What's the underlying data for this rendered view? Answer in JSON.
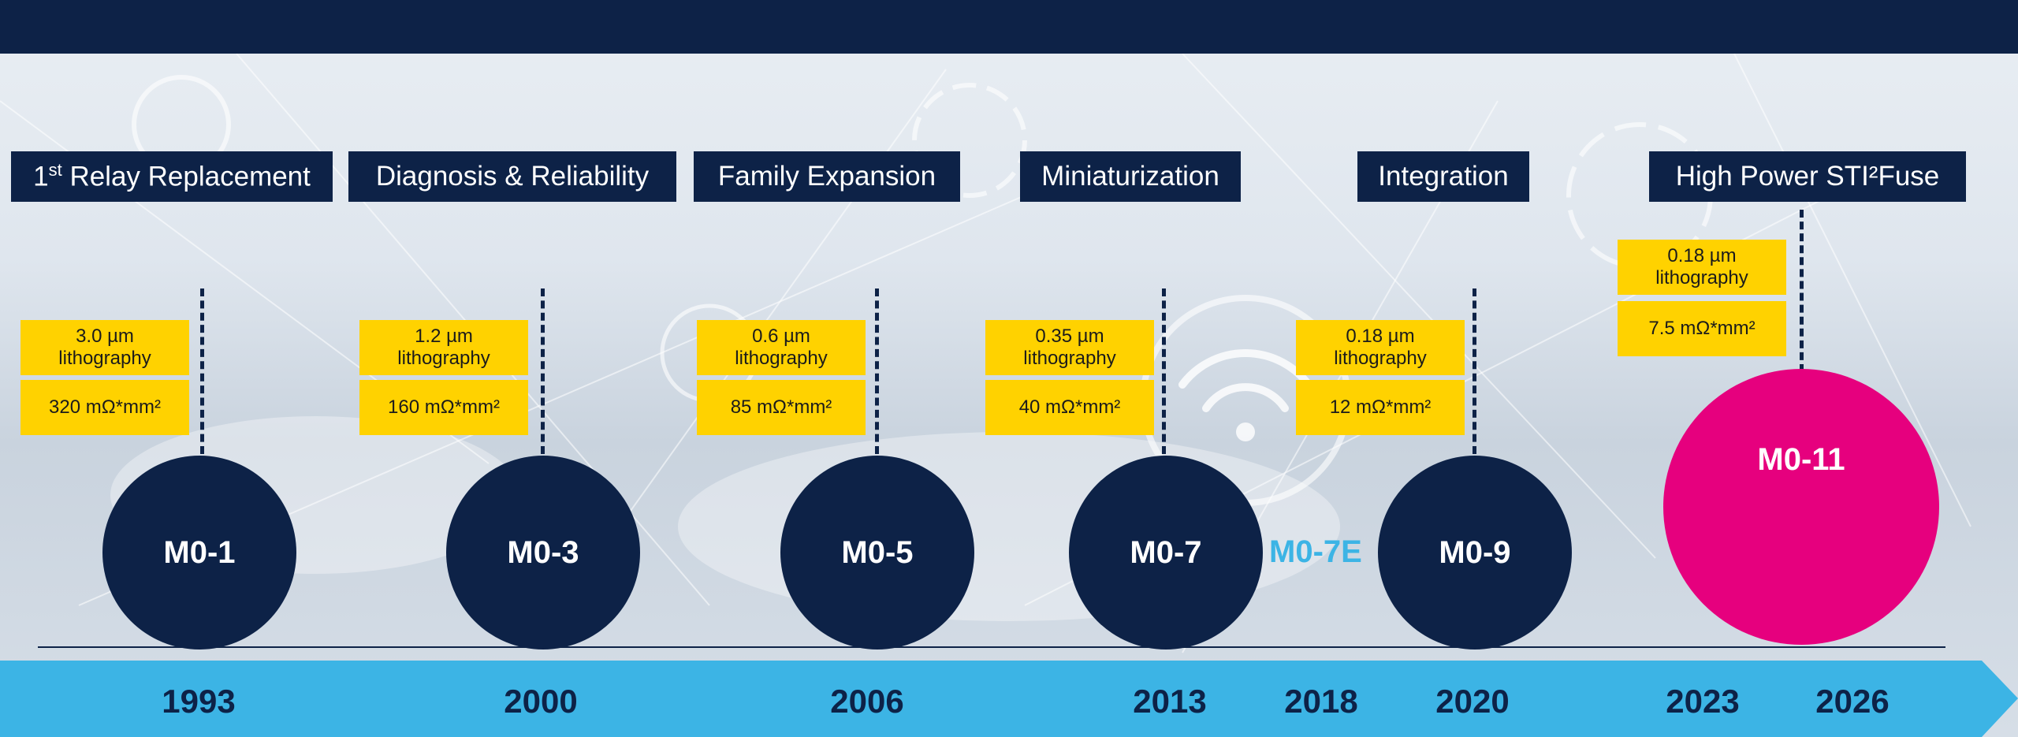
{
  "phases": [
    {
      "label_main": "1",
      "label_sup": "st",
      "label_rest": " Relay Replacement"
    },
    {
      "label": "Diagnosis & Reliability"
    },
    {
      "label": "Family Expansion"
    },
    {
      "label": "Miniaturization"
    },
    {
      "label": "Integration"
    },
    {
      "label": "High Power STI²Fuse"
    }
  ],
  "specs": [
    {
      "litho": "3.0 µm lithography",
      "rdson": "320 mΩ*mm²"
    },
    {
      "litho": "1.2 µm lithography",
      "rdson": "160 mΩ*mm²"
    },
    {
      "litho": "0.6 µm lithography",
      "rdson": "85 mΩ*mm²"
    },
    {
      "litho": "0.35 µm lithography",
      "rdson": "40 mΩ*mm²"
    },
    {
      "litho": "0.18 µm lithography",
      "rdson": "12 mΩ*mm²"
    },
    {
      "litho": "0.18 µm lithography",
      "rdson": "7.5 mΩ*mm²"
    }
  ],
  "nodes": [
    "M0-1",
    "M0-3",
    "M0-5",
    "M0-7",
    "M0-9",
    "M0-11"
  ],
  "extra_node": "M0-7E",
  "years": [
    "1993",
    "2000",
    "2006",
    "2013",
    "2018",
    "2020",
    "2023",
    "2026"
  ],
  "colors": {
    "navy": "#0d2247",
    "yellow": "#ffd200",
    "pink": "#e6007e",
    "arrow_blue": "#3cb4e5"
  }
}
